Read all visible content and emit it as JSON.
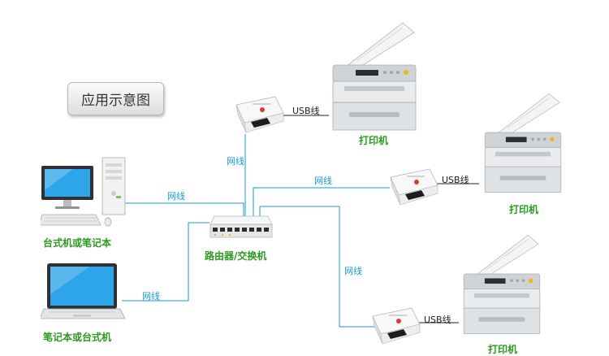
{
  "diagram": {
    "title": "应用示意图",
    "colors": {
      "cable": "#1a9ad6",
      "usb_cable": "#222222",
      "device_label": "#2b9a1e"
    },
    "devices": {
      "desktop_label": "台式机或笔记本",
      "laptop_label": "笔记本或台式机",
      "router_label": "路由器/交换机",
      "printer_label": "打印机"
    },
    "links": {
      "network_label": "网线",
      "usb_label": "USB线"
    },
    "icons": [
      "desktop-computer-icon",
      "laptop-icon",
      "router-switch-icon",
      "print-server-icon",
      "printer-icon"
    ]
  }
}
